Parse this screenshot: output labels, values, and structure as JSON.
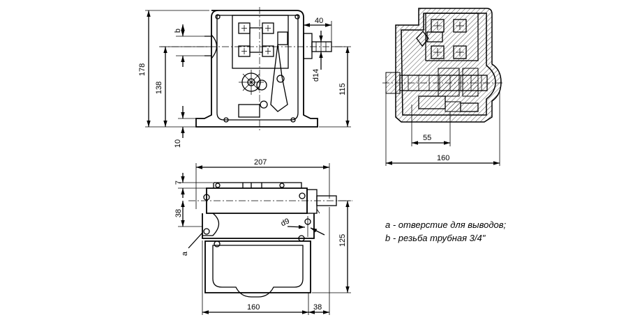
{
  "front_view": {
    "dims": {
      "height_total": "178",
      "height_axis": "138",
      "base": "10",
      "pipe": "b",
      "shaft_len": "40",
      "shaft_diam": "d14",
      "shaft_axis": "115"
    }
  },
  "side_view": {
    "dims": {
      "width": "160",
      "offset": "55"
    }
  },
  "top_view": {
    "dims": {
      "length": "207",
      "top": "7",
      "axis": "38",
      "hole_diam": "d9",
      "width": "160",
      "shaft_len": "38",
      "depth": "125",
      "hole_label": "a"
    }
  },
  "notes": [
    "a - отверстие для выводов;",
    "b - резьба трубная 3/4\""
  ]
}
